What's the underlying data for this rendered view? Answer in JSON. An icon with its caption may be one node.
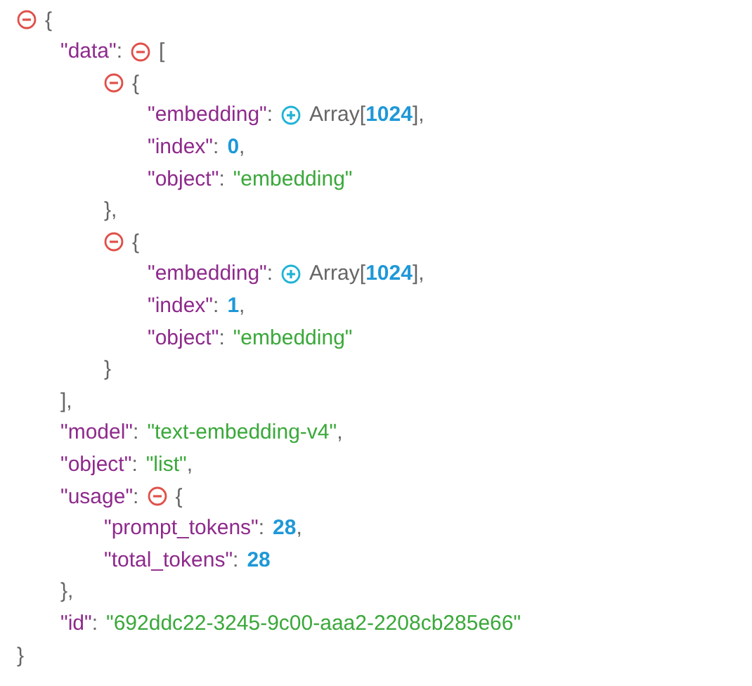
{
  "diagram": {
    "labels": [
      "{",
      "\"data\"",
      ":",
      "[",
      "{",
      "\"embedding\"",
      ":",
      "Array[",
      "1024",
      "],",
      "\"index\"",
      ":",
      "0",
      ",",
      "\"object\"",
      ":",
      "\"embedding\"",
      "},",
      "{",
      "\"embedding\"",
      ":",
      "Array[",
      "1024",
      "],",
      "\"index\"",
      ":",
      "1",
      ",",
      "\"object\"",
      ":",
      "\"embedding\"",
      "}",
      "],",
      "\"model\"",
      ":",
      "\"text-embedding-v4\"",
      ",",
      "\"object\"",
      ":",
      "\"list\"",
      ",",
      "\"usage\"",
      ":",
      "{",
      "\"prompt_tokens\"",
      ":",
      "28",
      ",",
      "\"total_tokens\"",
      ":",
      "28",
      "},",
      "\"id\"",
      ":",
      "\"692ddc22-3245-9c00-aaa2-2208cb285e66\"",
      "}"
    ]
  }
}
